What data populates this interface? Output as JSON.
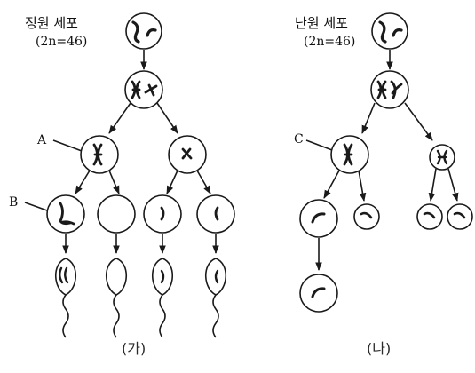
{
  "left_panel": {
    "cell_name": "정원 세포",
    "chromosome_count": "(2n=46)",
    "marker_a": "A",
    "marker_b": "B",
    "caption": "(가)"
  },
  "right_panel": {
    "cell_name": "난원 세포",
    "chromosome_count": "(2n=46)",
    "marker_c": "C",
    "caption": "(나)"
  },
  "colors": {
    "stroke": "#1a1a1a",
    "background": "#ffffff"
  }
}
